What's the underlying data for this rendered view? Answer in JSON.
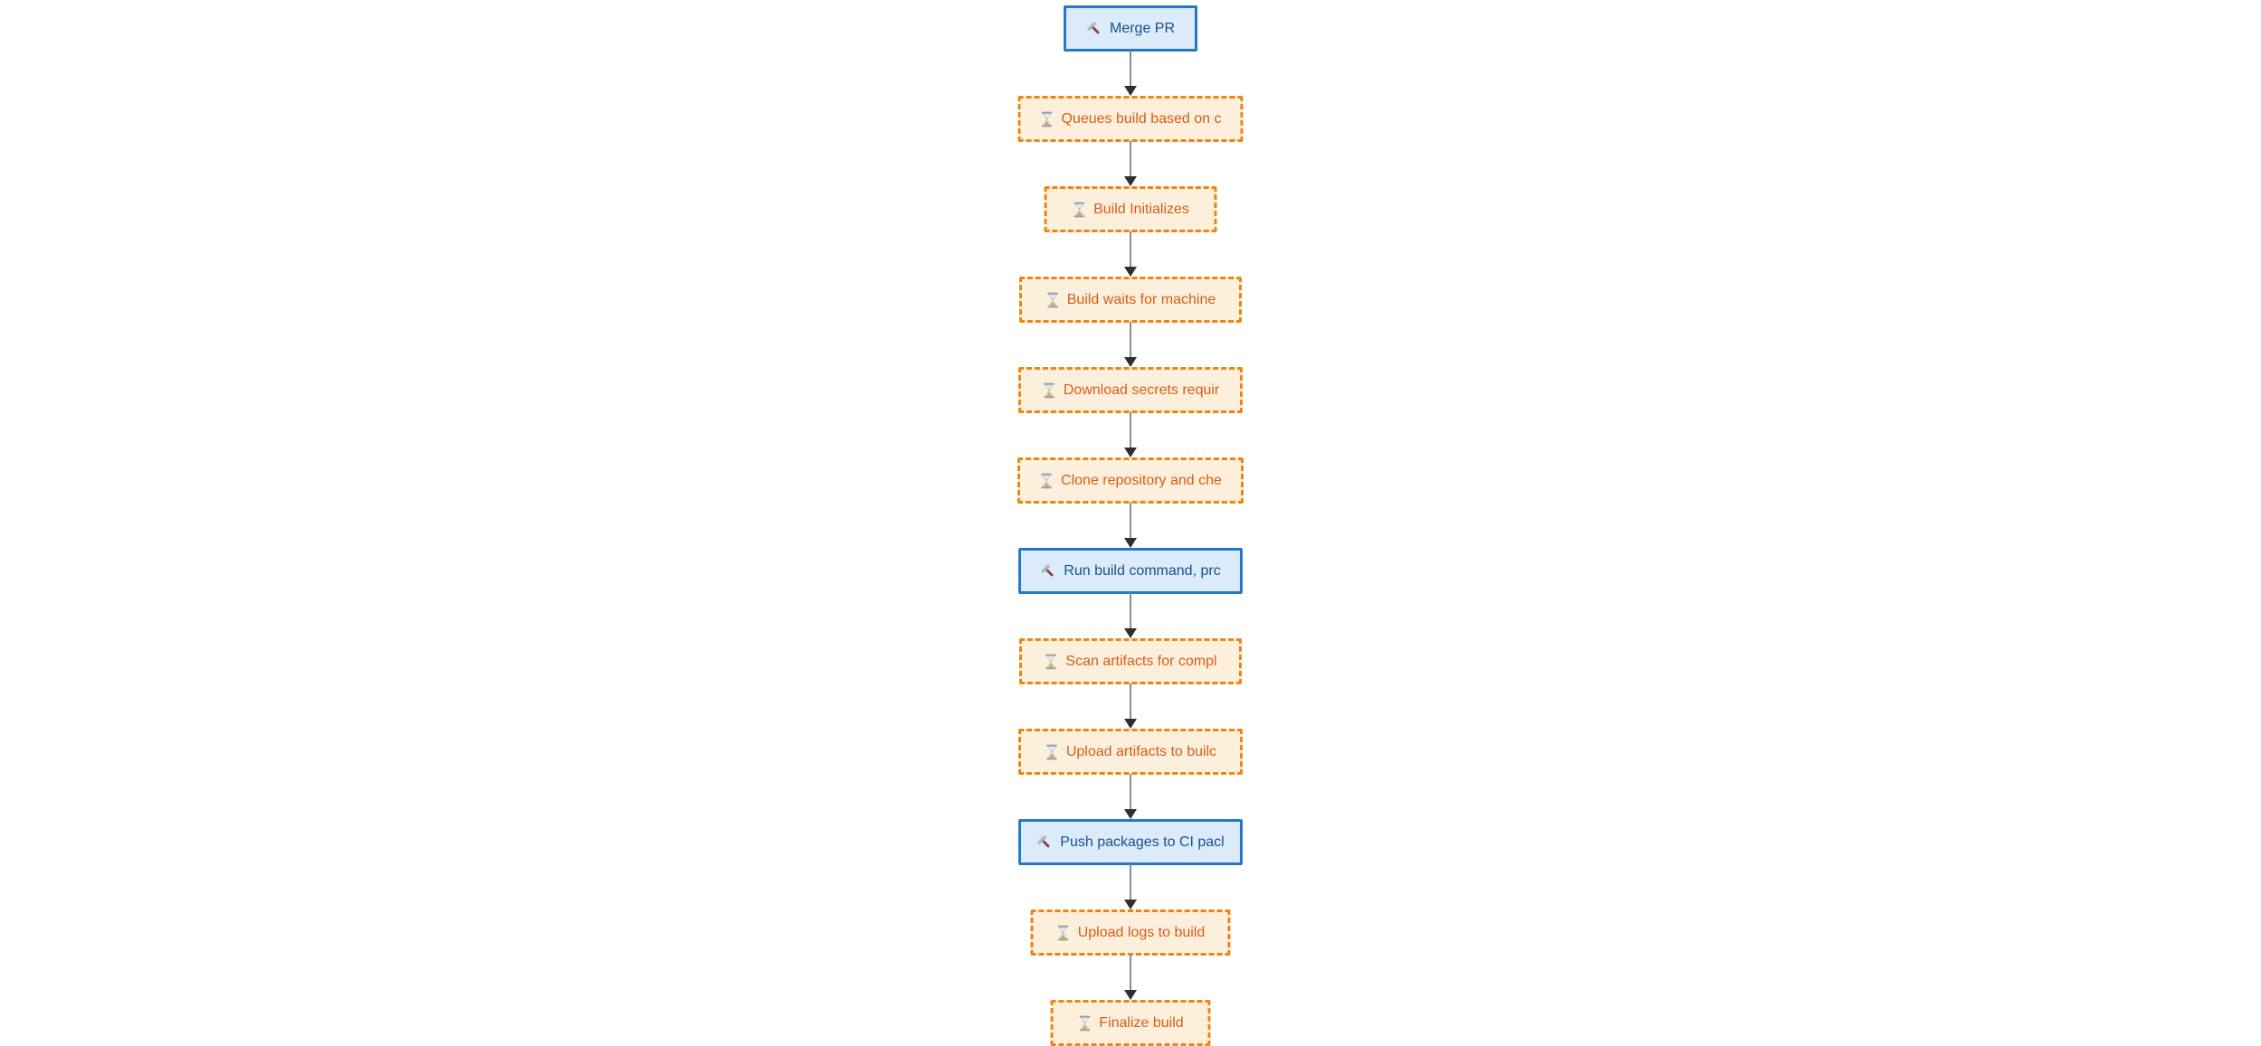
{
  "flowchart": {
    "nodes": [
      {
        "label": "Merge PR",
        "icon": "hammer-icon",
        "state": "active"
      },
      {
        "label": "Queues build based on c",
        "icon": "hourglass-icon",
        "state": "pending"
      },
      {
        "label": "Build Initializes",
        "icon": "hourglass-icon",
        "state": "pending"
      },
      {
        "label": "Build waits for machine",
        "icon": "hourglass-icon",
        "state": "pending"
      },
      {
        "label": "Download secrets requir",
        "icon": "hourglass-icon",
        "state": "pending"
      },
      {
        "label": "Clone repository and che",
        "icon": "hourglass-icon",
        "state": "pending"
      },
      {
        "label": "Run build command, prc",
        "icon": "hammer-icon",
        "state": "active"
      },
      {
        "label": "Scan artifacts for compl",
        "icon": "hourglass-icon",
        "state": "pending"
      },
      {
        "label": "Upload artifacts to builc",
        "icon": "hourglass-icon",
        "state": "pending"
      },
      {
        "label": "Push packages to CI pacl",
        "icon": "hammer-icon",
        "state": "active"
      },
      {
        "label": "Upload logs to build",
        "icon": "hourglass-icon",
        "state": "pending"
      },
      {
        "label": "Finalize build",
        "icon": "hourglass-icon",
        "state": "pending"
      }
    ],
    "colors": {
      "active_border": "#2478c6",
      "active_fill": "#dcebfa",
      "active_text": "#17508c",
      "pending_border": "#ee8512",
      "pending_fill": "#fcf0dd",
      "pending_text": "#d85c16",
      "connector_line": "#8a8a8a",
      "connector_arrowhead": "#2f2f2f",
      "canvas_background": "#ffffff"
    }
  }
}
